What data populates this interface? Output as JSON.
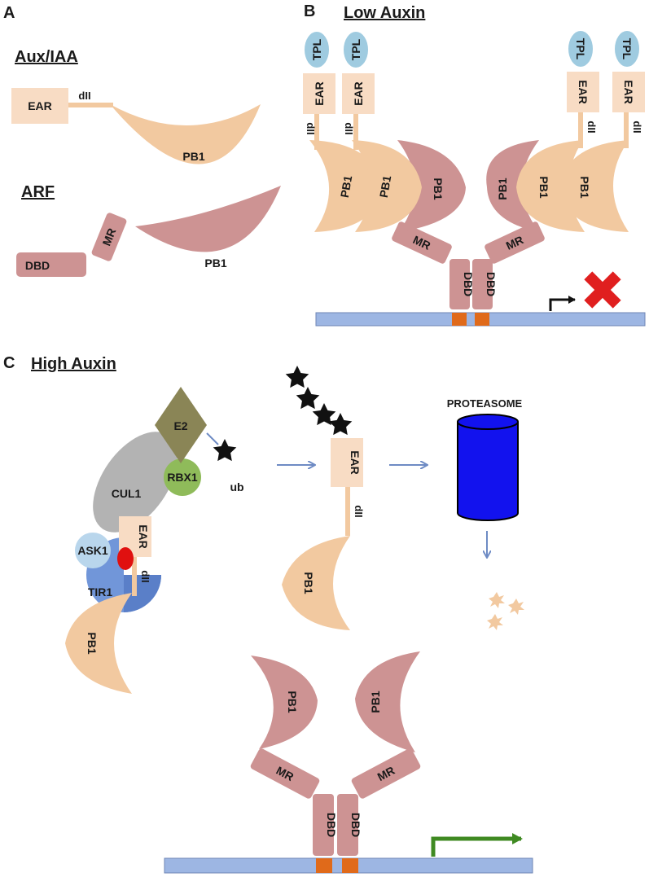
{
  "panels": {
    "a": {
      "letter": "A",
      "aux_title": "Aux/IAA",
      "arf_title": "ARF"
    },
    "b": {
      "letter": "B",
      "title": "Low Auxin"
    },
    "c": {
      "letter": "C",
      "title": "High Auxin"
    }
  },
  "labels": {
    "ear": "EAR",
    "dii": "dII",
    "pb1": "PB1",
    "mr": "MR",
    "dbd": "DBD",
    "tpl": "TPL",
    "e2": "E2",
    "rbx1": "RBX1",
    "cul1": "CUL1",
    "ask1": "ASK1",
    "tir1": "TIR1",
    "ub": "ub",
    "proteasome": "PROTEASOME"
  },
  "colors": {
    "aux_iaa": "#f2c9a0",
    "ear_box": "#f8dcc4",
    "arf": "#cd9393",
    "tpl": "#9fcbe0",
    "dna": "#9db6e3",
    "aux_response_element": "#e06a1a",
    "repressed_x": "#e01f1f",
    "active_arrow": "#3f8a22",
    "e2": "#8a8556",
    "rbx1": "#8fbb5a",
    "cul1": "#b3b3b3",
    "ask1": "#b9d6ec",
    "tir1": "#7196d9",
    "auxin_dot": "#e01010",
    "proteasome": "#1212ee",
    "flow_arrow": "#6e8bc4"
  }
}
